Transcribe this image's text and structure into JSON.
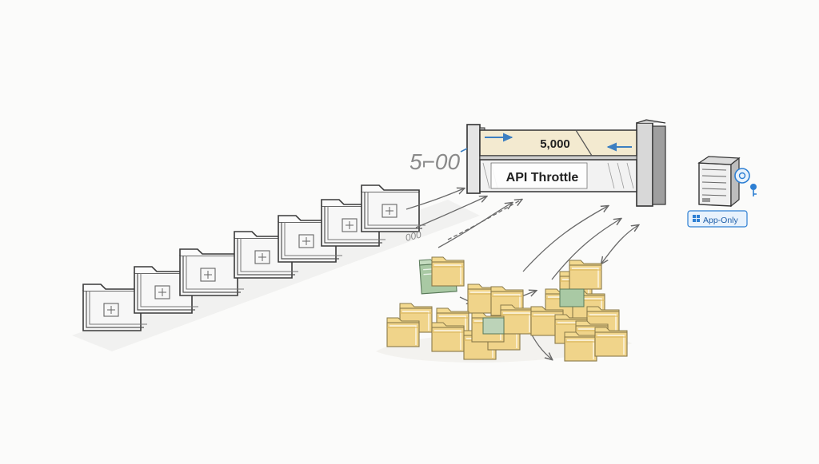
{
  "diagram": {
    "gate_limit_label": "5,000",
    "gate_title": "API Throttle",
    "sketch_number": "5⌐00",
    "small_scribble": "000",
    "server_badge": "App-Only",
    "colors": {
      "ink": "#3a3a3a",
      "pencil": "#7a7a7a",
      "gate_band": "#f3ead0",
      "arrow_blue": "#3d7fc1",
      "folder_yellow": "#f0d48a",
      "folder_yellow_dark": "#d9b45a",
      "folder_green": "#a9c9a4",
      "badge_blue": "#2d7fd3",
      "badge_fill": "#e8f2fc"
    },
    "icons": [
      "folder-icon",
      "server-icon",
      "key-icon",
      "windows-logo-icon"
    ]
  }
}
